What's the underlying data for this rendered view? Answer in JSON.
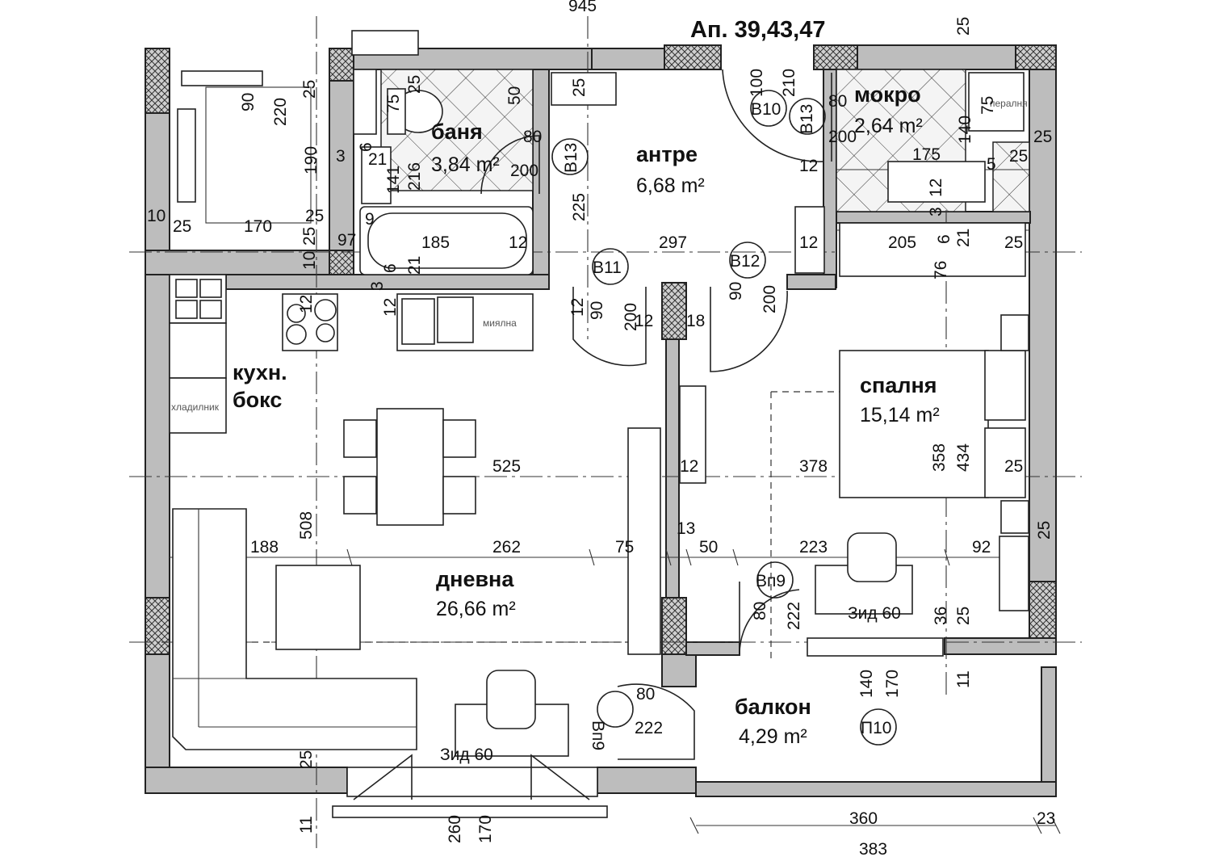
{
  "plan": {
    "title": "Ап. 39,43,47",
    "rooms": [
      {
        "name": "баня",
        "area": "3,84 m²"
      },
      {
        "name": "антре",
        "area": "6,68 m²"
      },
      {
        "name": "мокро",
        "area": "2,64 m²"
      },
      {
        "name": "кухн.",
        "name2": "бокс",
        "area": ""
      },
      {
        "name": "спалня",
        "area": "15,14 m²"
      },
      {
        "name": "дневна",
        "area": "26,66 m²"
      },
      {
        "name": "балкон",
        "area": "4,29 m²"
      }
    ],
    "door_tags": [
      "B10",
      "B13",
      "B13",
      "B11",
      "B12",
      "Вп9",
      "Вп9",
      "П10"
    ],
    "fixture_labels": {
      "sink": "миялна",
      "fridge": "хладилник",
      "washer": "пералня",
      "radiator_1": "Зид 60",
      "radiator_2": "Зид 60"
    },
    "dimensions": [
      "90",
      "220",
      "25",
      "190",
      "10",
      "25",
      "170",
      "25",
      "25",
      "10",
      "75",
      "25",
      "50",
      "80",
      "200",
      "3",
      "6",
      "21",
      "216",
      "141",
      "9",
      "97",
      "185",
      "12",
      "6",
      "21",
      "3",
      "12",
      "225",
      "25",
      "297",
      "12",
      "100",
      "210",
      "80",
      "200",
      "12",
      "175",
      "140",
      "75",
      "5",
      "25",
      "25",
      "12",
      "3",
      "205",
      "6",
      "21",
      "25",
      "76",
      "12",
      "90",
      "200",
      "12",
      "18",
      "90",
      "200",
      "12",
      "525",
      "378",
      "358",
      "434",
      "25",
      "508",
      "12",
      "13",
      "188",
      "262",
      "75",
      "50",
      "223",
      "92",
      "25",
      "80",
      "222",
      "36",
      "25",
      "140",
      "170",
      "11",
      "80",
      "222",
      "25",
      "11",
      "260",
      "170",
      "360",
      "23",
      "383",
      "945",
      "25"
    ]
  }
}
